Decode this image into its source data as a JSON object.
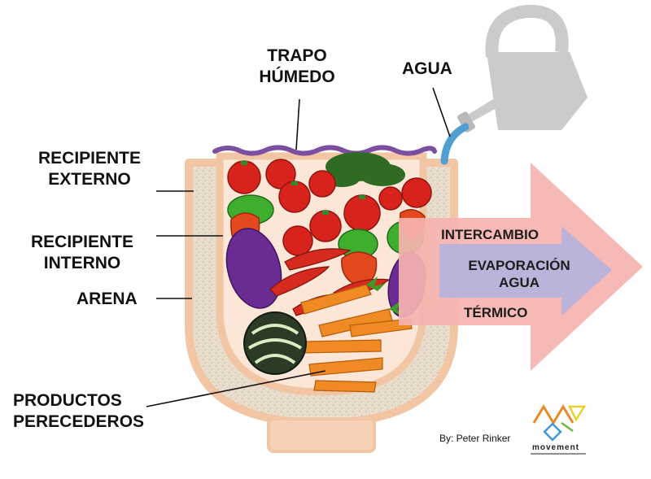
{
  "labels": {
    "trapo_line1": "TRAPO",
    "trapo_line2": "HÚMEDO",
    "agua": "AGUA",
    "recipiente_externo_line1": "RECIPIENTE",
    "recipiente_externo_line2": "EXTERNO",
    "recipiente_interno_line1": "RECIPIENTE",
    "recipiente_interno_line2": "INTERNO",
    "arena": "ARENA",
    "productos_line1": "PRODUCTOS",
    "productos_line2": "PERECEDEROS"
  },
  "arrows": {
    "outer_top": "INTERCAMBIO",
    "outer_bottom": "TÉRMICO",
    "inner_line1": "EVAPORACIÓN",
    "inner_line2": "AGUA"
  },
  "credit": "By: Peter Rinker",
  "brand": "movement",
  "colors": {
    "sand": "#e8dccb",
    "pot_outline": "#f2c6a4",
    "outer_arrow": "#f6b3b0",
    "inner_arrow": "#b7b2dc",
    "cloth": "#7c4ea0",
    "can": "#c8c8c8",
    "water": "#5aa6d6"
  }
}
